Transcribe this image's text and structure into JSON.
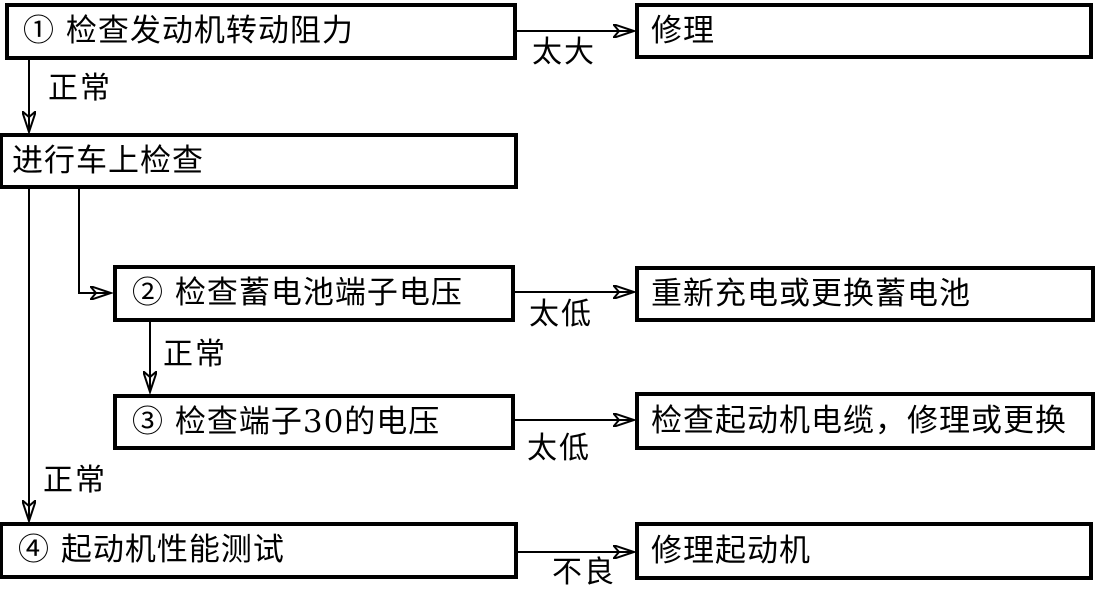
{
  "flowchart": {
    "nodes": {
      "step1": {
        "text": "① 检查发动机转动阻力"
      },
      "on_vehicle": {
        "text": "进行车上检查"
      },
      "step2": {
        "text": "② 检查蓄电池端子电压"
      },
      "step3": {
        "text": "③ 检查端子30的电压"
      },
      "step4": {
        "text": "④ 起动机性能测试"
      },
      "repair": {
        "text": "修理"
      },
      "recharge": {
        "text": "重新充电或更换蓄电池"
      },
      "check_cable": {
        "text": "检查起动机电缆，修理或更换"
      },
      "repair_starter": {
        "text": "修理起动机"
      }
    },
    "edge_labels": {
      "too_large": "太大",
      "normal_1": "正常",
      "too_low_1": "太低",
      "normal_2": "正常",
      "too_low_2": "太低",
      "normal_3": "正常",
      "bad": "不良"
    },
    "colors": {
      "line": "#000000",
      "background": "#ffffff"
    }
  }
}
